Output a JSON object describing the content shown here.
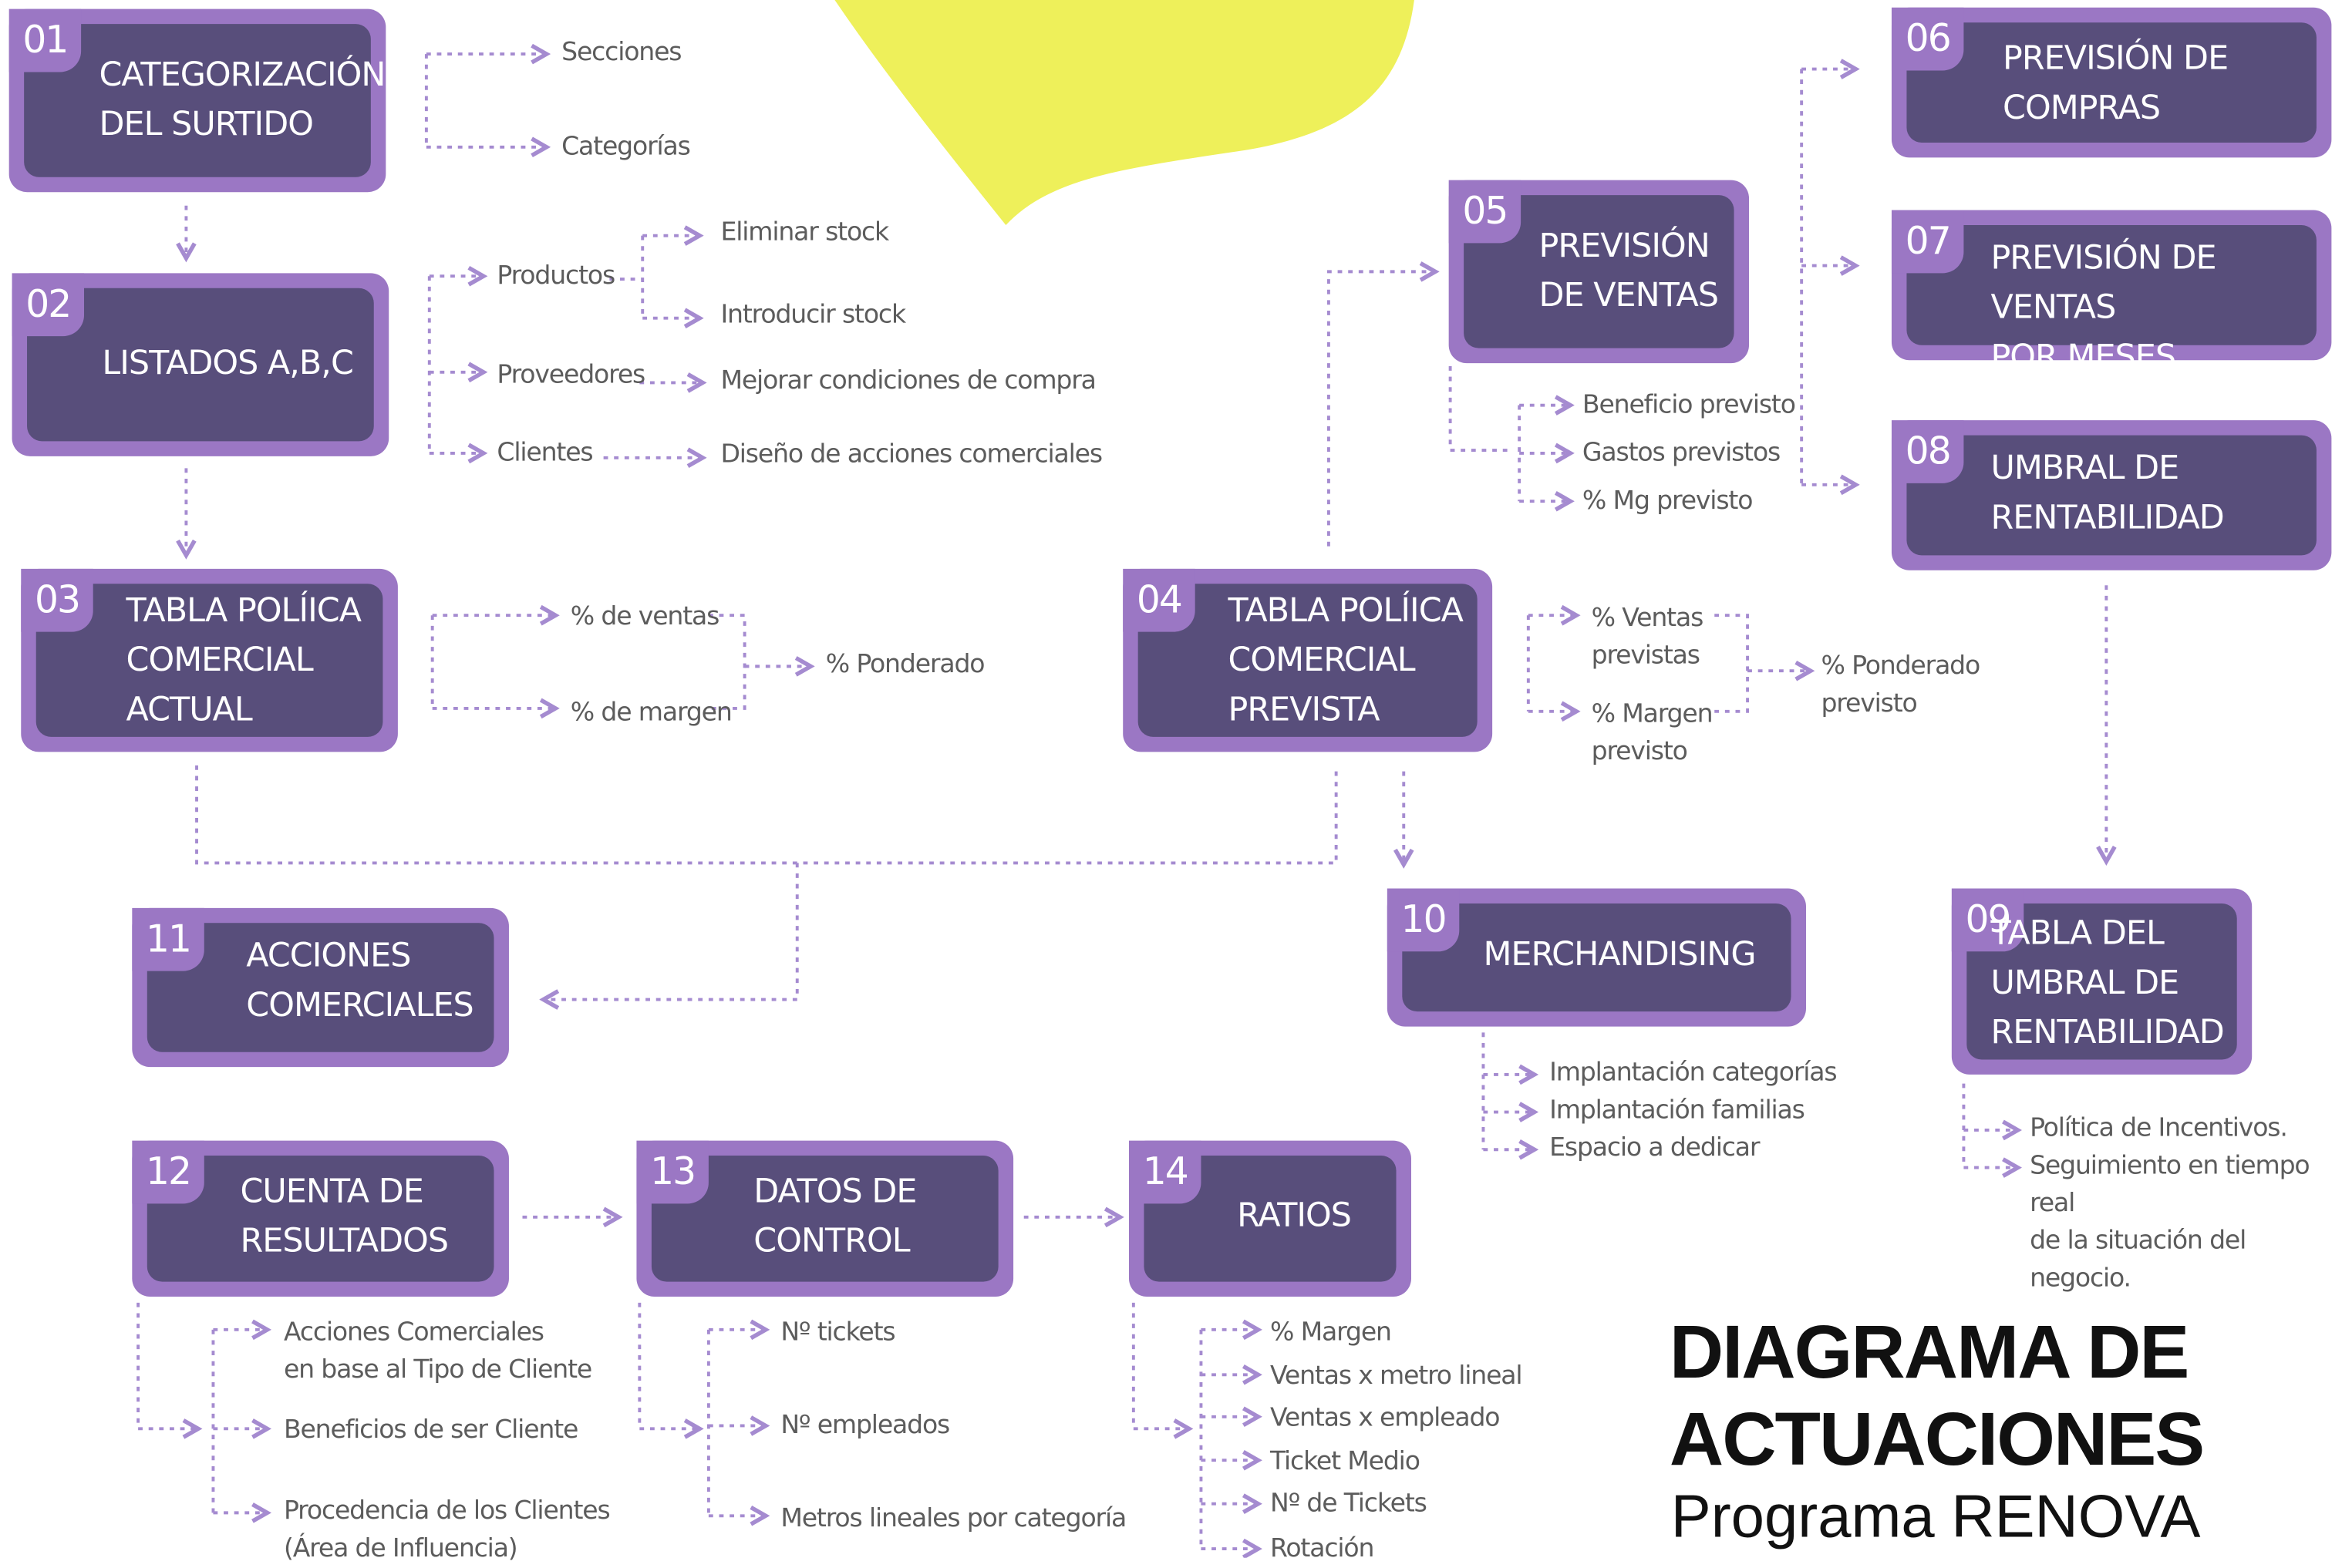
{
  "title": {
    "line1": "DIAGRAMA DE",
    "line2": "ACTUACIONES",
    "line3": "Programa RENOVA"
  },
  "colors": {
    "box_outer": "#9b77c4",
    "box_inner": "#584e7b",
    "connector": "#a58bd0",
    "accent_blob": "#eef05a",
    "text": "#5c5c5c"
  },
  "boxes": [
    {
      "num": "01",
      "title": "CATEGORIZACIÓN\nDEL SURTIDO"
    },
    {
      "num": "02",
      "title": "LISTADOS A,B,C"
    },
    {
      "num": "03",
      "title": "TABLA POLÍICA\nCOMERCIAL\nACTUAL"
    },
    {
      "num": "04",
      "title": "TABLA POLÍICA\nCOMERCIAL\nPREVISTA"
    },
    {
      "num": "05",
      "title": "PREVISIÓN\nDE VENTAS"
    },
    {
      "num": "06",
      "title": "PREVISIÓN DE\nCOMPRAS"
    },
    {
      "num": "07",
      "title": "PREVISIÓN DE VENTAS\nPOR MESES"
    },
    {
      "num": "08",
      "title": "UMBRAL DE\nRENTABILIDAD"
    },
    {
      "num": "09",
      "title": "TABLA DEL\nUMBRAL DE\nRENTABILIDAD"
    },
    {
      "num": "10",
      "title": "MERCHANDISING"
    },
    {
      "num": "11",
      "title": "ACCIONES\nCOMERCIALES"
    },
    {
      "num": "12",
      "title": "CUENTA DE\nRESULTADOS"
    },
    {
      "num": "13",
      "title": "DATOS DE\nCONTROL"
    },
    {
      "num": "14",
      "title": "RATIOS"
    }
  ],
  "labels": {
    "secciones": "Secciones",
    "categorias": "Categorías",
    "productos": "Productos",
    "eliminar_stock": "Eliminar stock",
    "introducir_stock": "Introducir stock",
    "proveedores": "Proveedores",
    "mejorar": "Mejorar condiciones de compra",
    "clientes": "Clientes",
    "diseno": "Diseño de acciones comerciales",
    "pct_ventas": "% de ventas",
    "pct_margen": "% de margen",
    "pct_ponderado": "% Ponderado",
    "pct_ventas_prev": "% Ventas\nprevistas",
    "pct_margen_prev": "% Margen\nprevisto",
    "pct_ponderado_prev": "% Ponderado\nprevisto",
    "beneficio": "Beneficio previsto",
    "gastos": "Gastos previstos",
    "mg_previsto": "% Mg previsto",
    "impl_categorias": "Implantación categorías",
    "impl_familias": "Implantación familias",
    "espacio": "Espacio a dedicar",
    "politica": "Política de Incentivos.",
    "seguimiento": "Seguimiento en tiempo real\nde la situación del negocio.",
    "acciones_cliente": "Acciones Comerciales\nen base al Tipo de Cliente",
    "beneficios_cliente": "Beneficios de ser Cliente",
    "procedencia": "Procedencia de los Clientes\n(Área de Influencia)",
    "n_tickets": "Nº tickets",
    "n_empleados": "Nº empleados",
    "metros": "Metros lineales por categoría",
    "r_margen": "% Margen",
    "r_metro": "Ventas x metro lineal",
    "r_empleado": "Ventas x empleado",
    "r_ticket": "Ticket Medio",
    "r_ntickets": "Nº de Tickets",
    "r_rotacion": "Rotación"
  }
}
